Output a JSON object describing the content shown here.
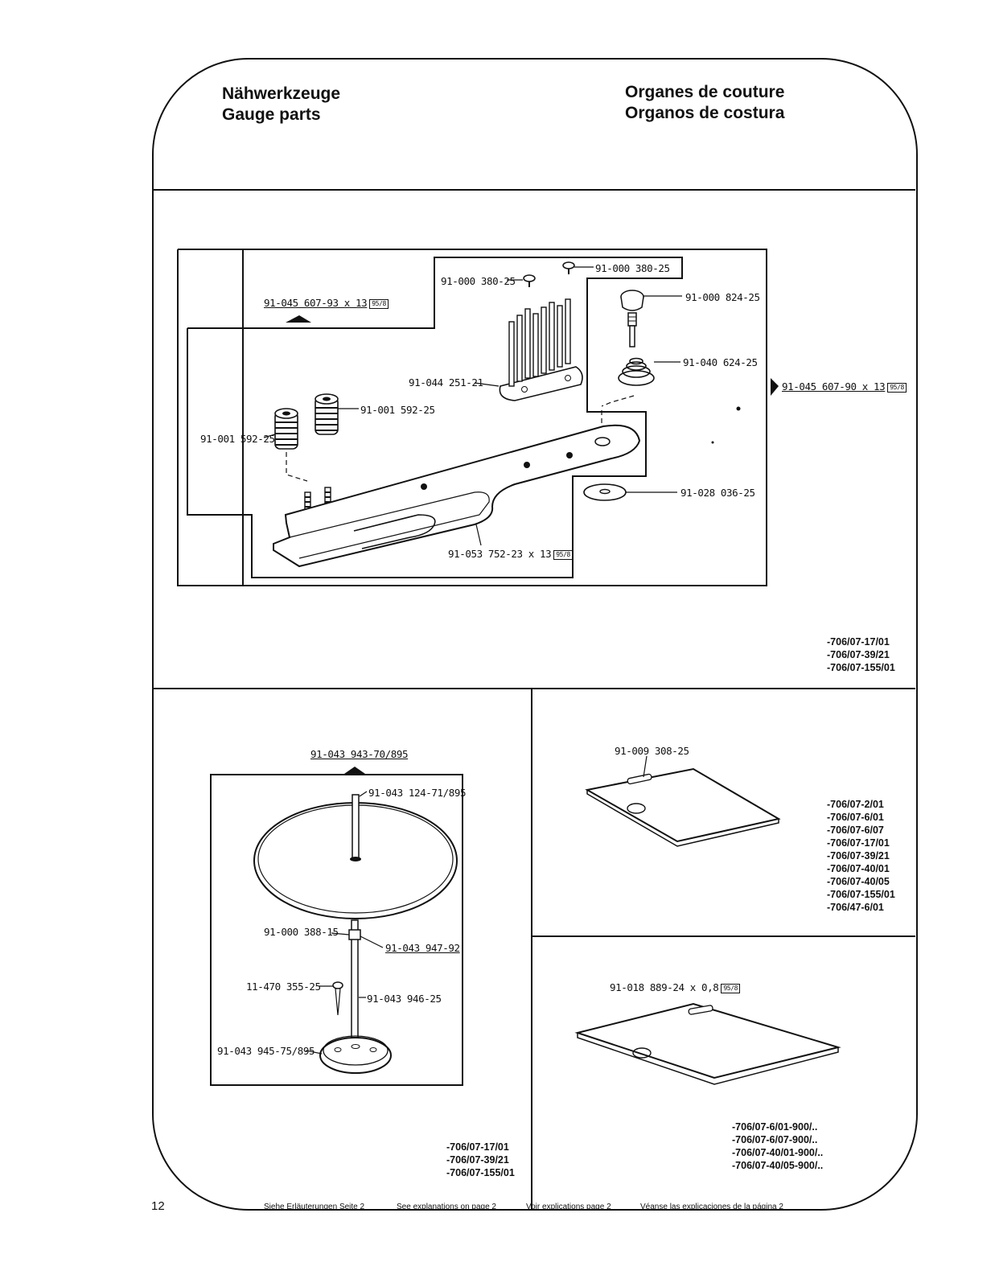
{
  "header": {
    "title_de": "Nähwerkzeuge",
    "title_en": "Gauge parts",
    "title_fr": "Organes de couture",
    "title_es": "Organos de costura"
  },
  "top_section": {
    "part_labels": {
      "frame_left": "91-045 607-93 x 13",
      "screw_a": "91-000 380-25",
      "screw_b": "91-000 380-25",
      "screw_knob": "91-000 824-25",
      "spring": "91-040 624-25",
      "frame_right": "91-045 607-90 x 13",
      "finger_plate": "91-044 251-21",
      "nut_right": "91-001 592-25",
      "nut_left": "91-001 592-25",
      "washer": "91-028 036-25",
      "gauge_bar": "91-053 752-23 x 13"
    },
    "variants": [
      "-706/07-17/01",
      "-706/07-39/21",
      "-706/07-155/01"
    ]
  },
  "bottom_left": {
    "part_labels": {
      "assembly": "91-043 943-70/895",
      "disc": "91-043 124-71/895",
      "collar": "91-000 388-15",
      "set_screw": "91-043 947-92",
      "pin_screw": "11-470 355-25",
      "rod": "91-043 946-25",
      "base": "91-043 945-75/895"
    },
    "variants": [
      "-706/07-17/01",
      "-706/07-39/21",
      "-706/07-155/01"
    ]
  },
  "bottom_right_top": {
    "part_label": "91-009 308-25",
    "variants": [
      "-706/07-2/01",
      "-706/07-6/01",
      "-706/07-6/07",
      "-706/07-17/01",
      "-706/07-39/21",
      "-706/07-40/01",
      "-706/07-40/05",
      "-706/07-155/01",
      "-706/47-6/01"
    ]
  },
  "bottom_right_bottom": {
    "part_label": "91-018 889-24 x 0,8",
    "variants": [
      "-706/07-6/01-900/..",
      "-706/07-6/07-900/..",
      "-706/07-40/01-900/..",
      "-706/07-40/05-900/.."
    ]
  },
  "badge_text": "95/8",
  "footer": {
    "page_number": "12",
    "note_de": "Siehe Erläuterungen Seite 2",
    "note_en": "See explanations on page 2",
    "note_fr": "Voir explications page 2",
    "note_es": "Véanse las explicaciones de la página 2"
  }
}
